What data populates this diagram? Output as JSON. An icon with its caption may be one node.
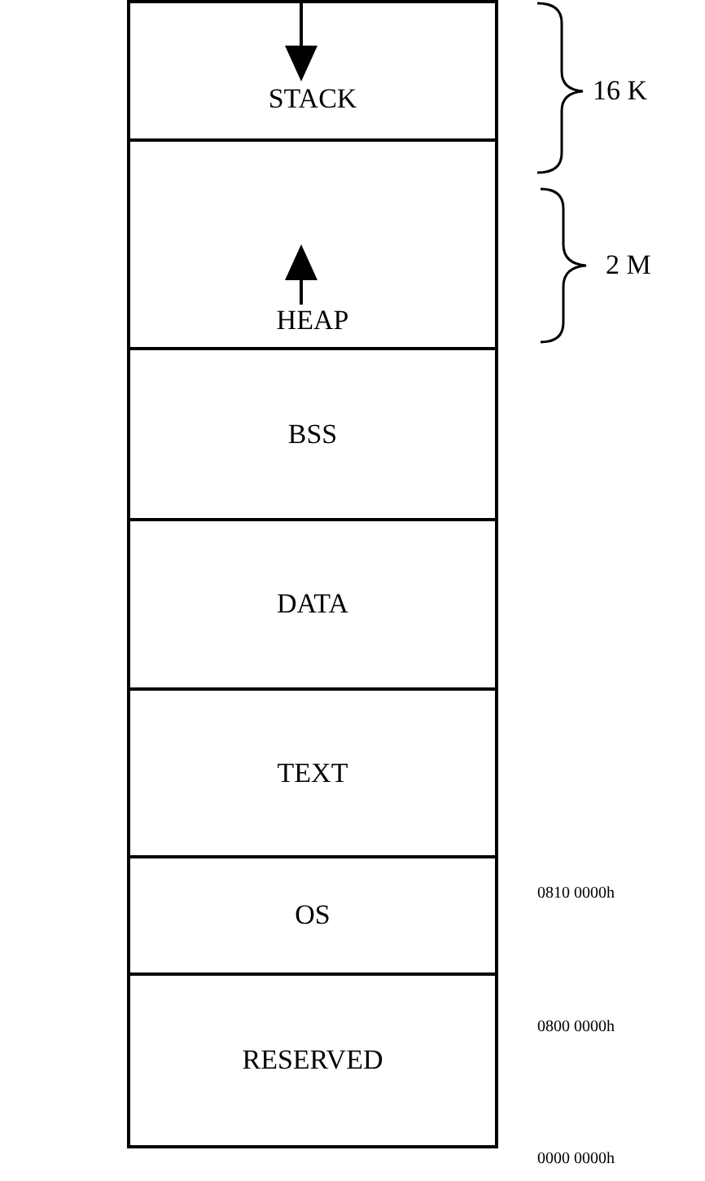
{
  "diagram": {
    "nodes": [
      {
        "text": [
          "STACK"
        ]
      },
      {
        "text": [
          "HEAP"
        ]
      },
      {
        "text": [
          "BSS"
        ]
      },
      {
        "text": [
          "DATA"
        ]
      },
      {
        "text": [
          "TEXT"
        ]
      },
      {
        "text": [
          "OS"
        ]
      },
      {
        "text": [
          "RESERVED"
        ]
      }
    ],
    "labels": [
      "16 K",
      "2 M",
      "0810 0000h",
      "0800 0000h",
      "0000 0000h"
    ]
  }
}
